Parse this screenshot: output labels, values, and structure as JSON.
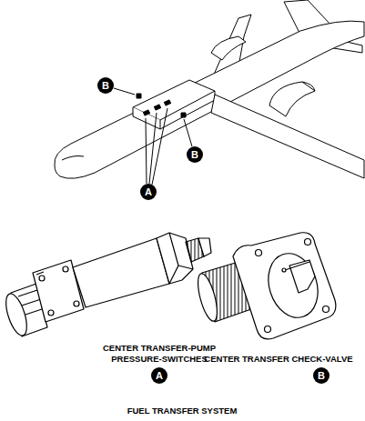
{
  "diagram": {
    "caption": "FUEL TRANSFER SYSTEM",
    "nodes": [
      {
        "text": [
          "B"
        ]
      },
      {
        "text": [
          "A"
        ]
      },
      {
        "text": [
          "B"
        ]
      },
      {
        "text": [
          "A"
        ]
      },
      {
        "text": [
          "B"
        ]
      }
    ],
    "labels": [
      "CENTER TRANSFER-PUMP PRESSURE-SWITCHES",
      "CENTER TRANSFER CHECK-VALVE"
    ]
  }
}
